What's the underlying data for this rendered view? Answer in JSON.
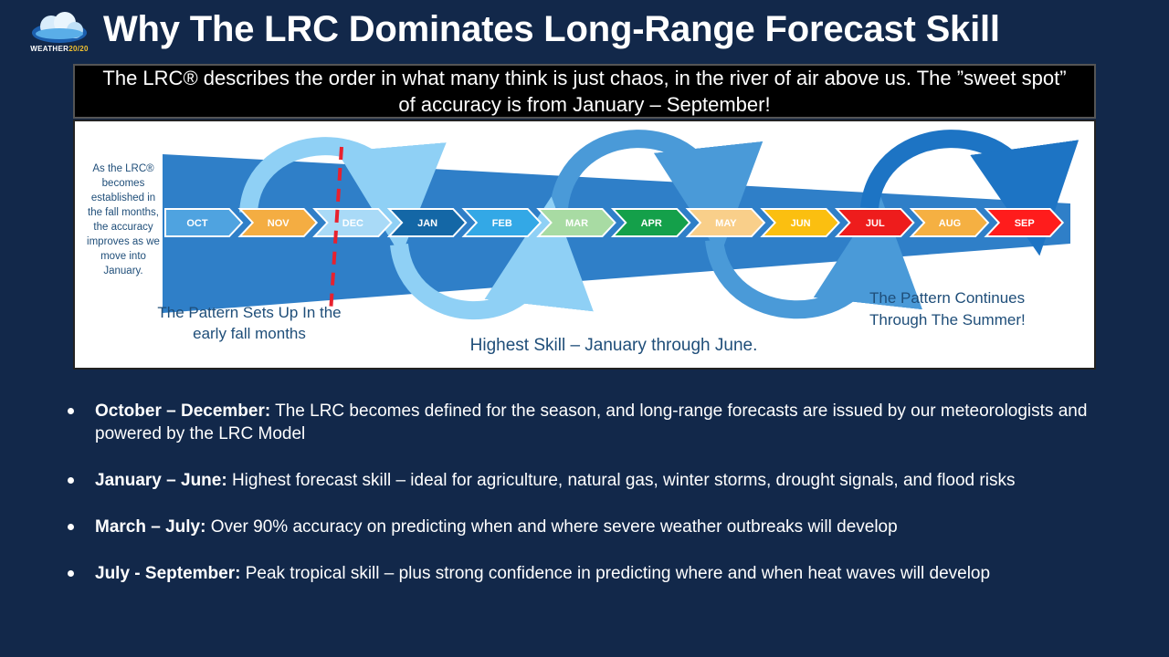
{
  "logo": {
    "brand": "WEATHER",
    "brand_accent": "20/20",
    "icon": "cloud-logo-icon"
  },
  "title": "Why The LRC Dominates Long-Range Forecast Skill",
  "banner": "The LRC® describes the order in what many think is just chaos, in the river of air above us.  The ”sweet spot” of accuracy is from January – September!",
  "diagram": {
    "side_note": "As the LRC® becomes established in the fall months, the accuracy improves as we move into January.",
    "months": [
      {
        "label": "OCT",
        "color": "#4fa3e0"
      },
      {
        "label": "NOV",
        "color": "#f4ad42"
      },
      {
        "label": "DEC",
        "color": "#a9daf7"
      },
      {
        "label": "JAN",
        "color": "#1467a6"
      },
      {
        "label": "FEB",
        "color": "#33a8e6"
      },
      {
        "label": "MAR",
        "color": "#a8dba3"
      },
      {
        "label": "APR",
        "color": "#14a04a"
      },
      {
        "label": "MAY",
        "color": "#f9cf8a"
      },
      {
        "label": "JUN",
        "color": "#fbbf10"
      },
      {
        "label": "JUL",
        "color": "#ee1c1c"
      },
      {
        "label": "AUG",
        "color": "#f5b042"
      },
      {
        "label": "SEP",
        "color": "#ff1c1c"
      }
    ],
    "note_setup": "The Pattern Sets Up In the early fall months",
    "note_summer": "The Pattern Continues Through The Summer!",
    "note_highest": "Highest Skill – January through June.",
    "colors": {
      "wedge": "#2f7fc8",
      "divider": "#e8212e",
      "text": "#1f4e79"
    }
  },
  "bullets": [
    {
      "label": "October – December:",
      "text": "  The LRC becomes defined for the season, and long-range forecasts are issued by our meteorologists and powered by the LRC Model"
    },
    {
      "label": "January – June:",
      "text": "  Highest forecast skill – ideal for agriculture, natural gas, winter storms, drought signals, and flood risks"
    },
    {
      "label": "March – July:",
      "text": "  Over 90% accuracy on predicting when and where severe weather outbreaks will develop"
    },
    {
      "label": "July - September:",
      "text": " Peak tropical skill – plus strong confidence in predicting where and when heat waves will develop"
    }
  ]
}
